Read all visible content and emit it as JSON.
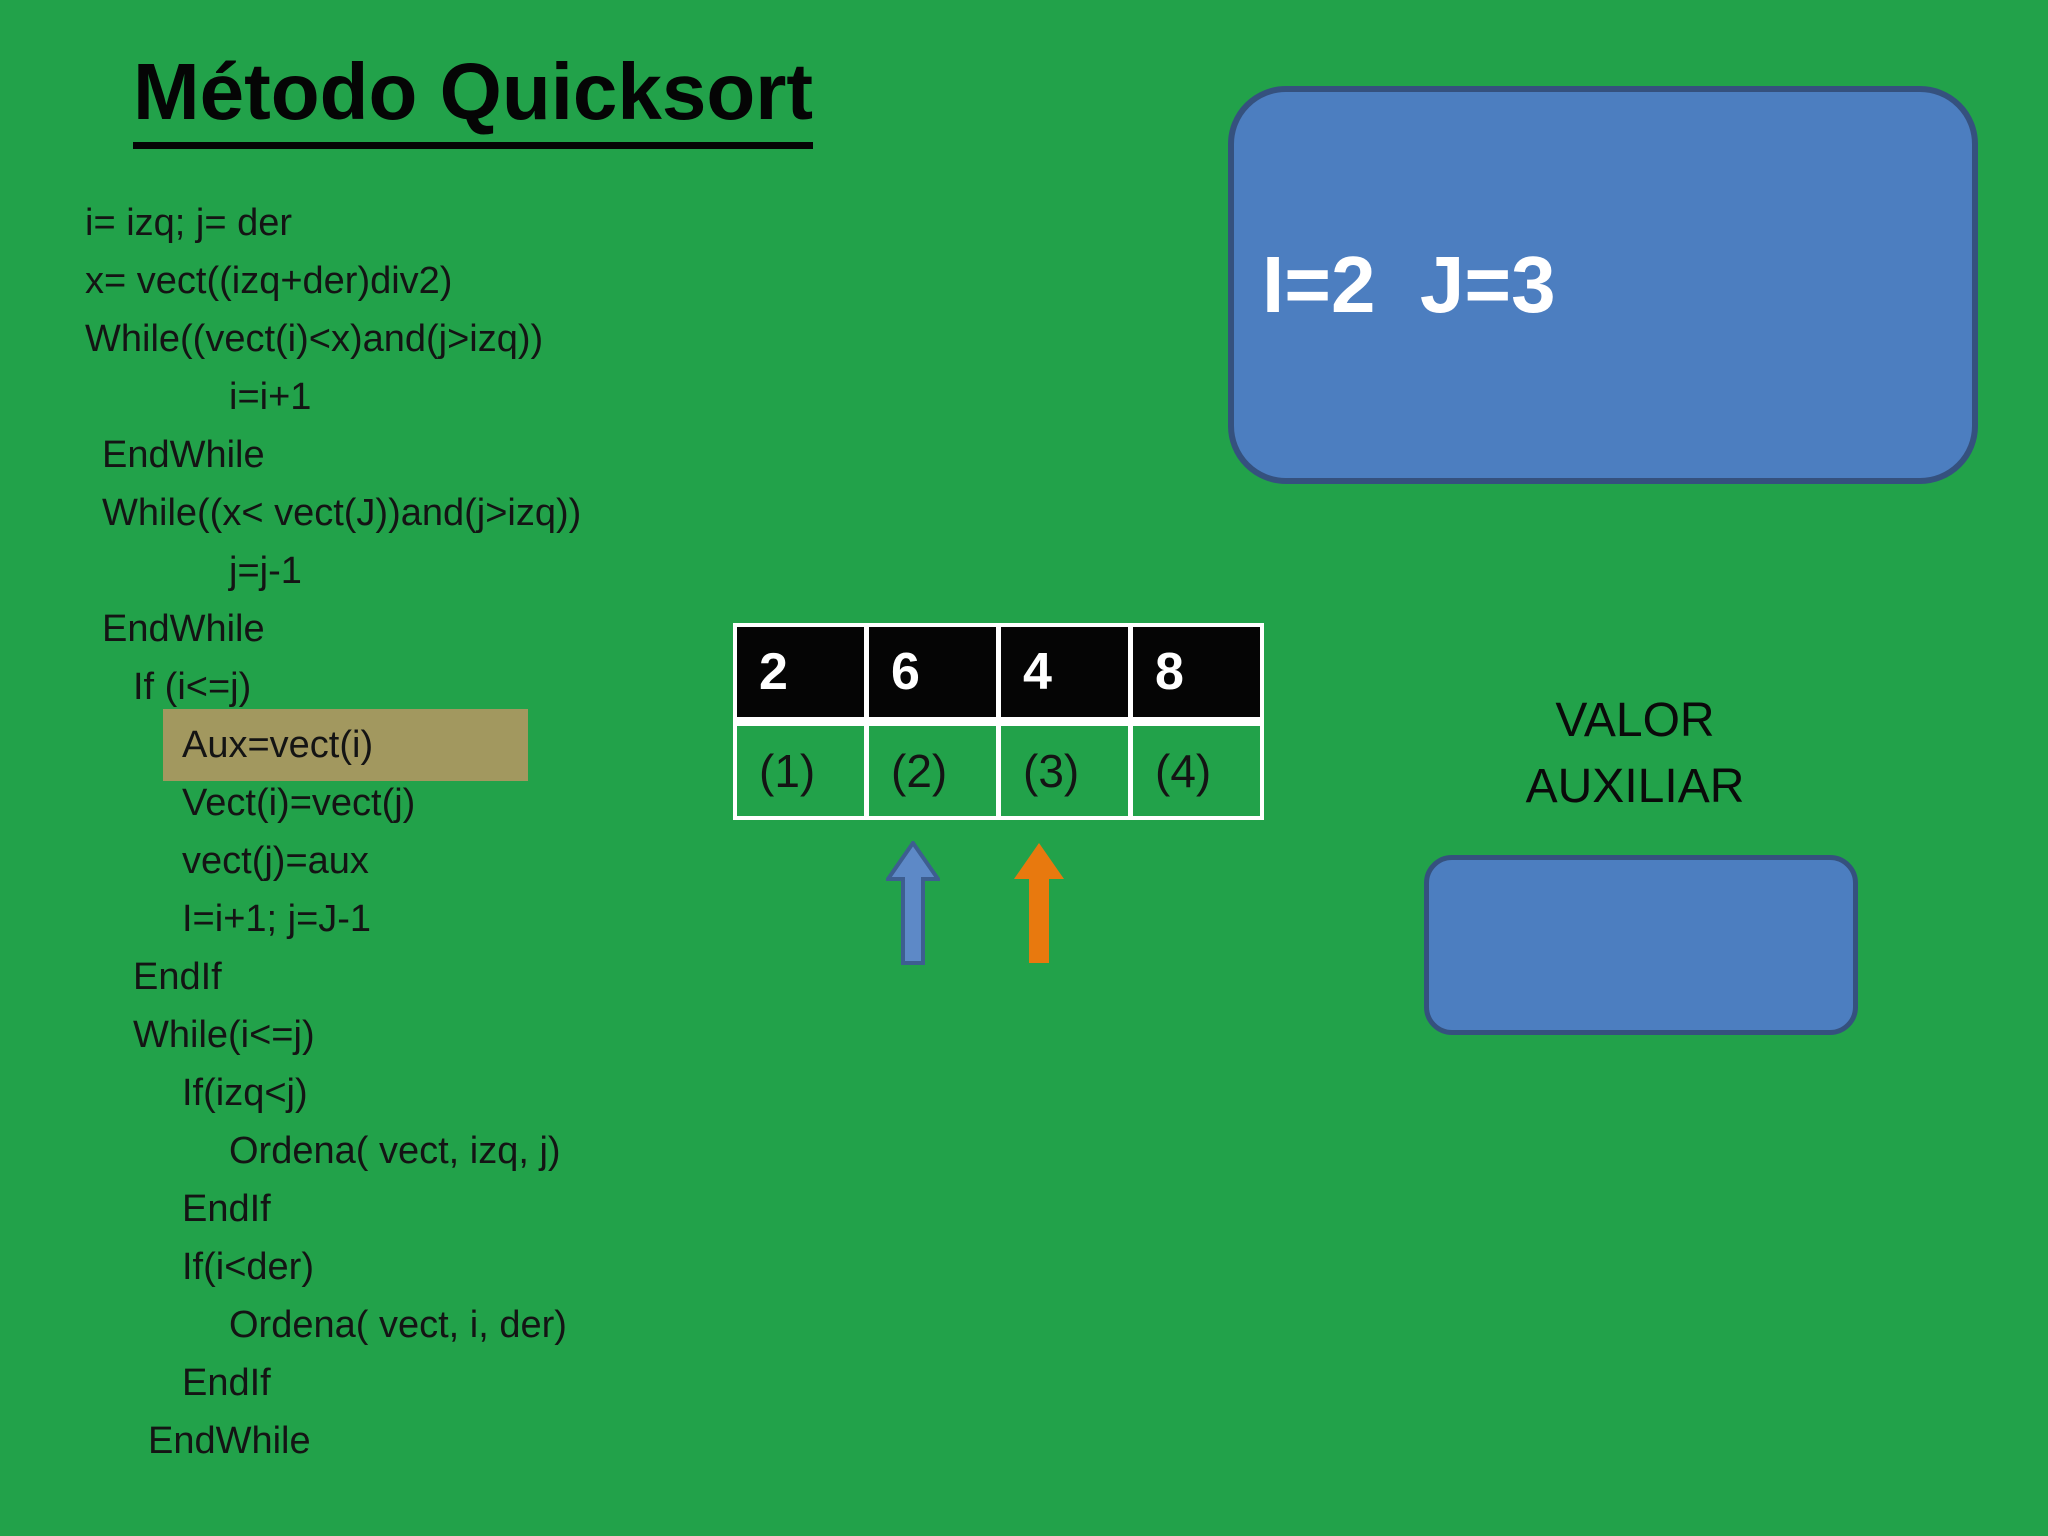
{
  "title": "Método Quicksort",
  "colors": {
    "background": "#22a24a",
    "box_fill": "#4c7ec0",
    "box_border": "#35517e",
    "highlight": "#a2985f",
    "arrow_blue_fill": "#5d89c7",
    "arrow_blue_border": "#3d5e90",
    "arrow_orange": "#e8790e",
    "cell_black": "#050505",
    "table_grid": "#ffffff"
  },
  "code": {
    "lines": [
      {
        "text": "i= izq; j= der",
        "indent": 0,
        "highlight": false
      },
      {
        "text": "x= vect((izq+der)div2)",
        "indent": 0,
        "highlight": false
      },
      {
        "text": "While((vect(i)<x)and(j>izq))",
        "indent": 0,
        "highlight": false
      },
      {
        "text": "i=i+1",
        "indent": 5,
        "highlight": false
      },
      {
        "text": "EndWhile",
        "indent": 1,
        "highlight": false
      },
      {
        "text": "While((x< vect(J))and(j>izq))",
        "indent": 1,
        "highlight": false
      },
      {
        "text": "j=j-1",
        "indent": 5,
        "highlight": false
      },
      {
        "text": "EndWhile",
        "indent": 1,
        "highlight": false
      },
      {
        "text": "If (i<=j)",
        "indent": 2,
        "highlight": false
      },
      {
        "text": "Aux=vect(i)",
        "indent": 4,
        "highlight": true
      },
      {
        "text": "Vect(i)=vect(j)",
        "indent": 4,
        "highlight": false
      },
      {
        "text": "vect(j)=aux",
        "indent": 4,
        "highlight": false
      },
      {
        "text": "I=i+1; j=J-1",
        "indent": 4,
        "highlight": false
      },
      {
        "text": "EndIf",
        "indent": 2,
        "highlight": false
      },
      {
        "text": "While(i<=j)",
        "indent": 2,
        "highlight": false
      },
      {
        "text": "If(izq<j)",
        "indent": 4,
        "highlight": false
      },
      {
        "text": "Ordena( vect, izq, j)",
        "indent": 5,
        "highlight": false
      },
      {
        "text": "EndIf",
        "indent": 4,
        "highlight": false
      },
      {
        "text": "If(i<der)",
        "indent": 4,
        "highlight": false
      },
      {
        "text": "Ordena( vect, i, der)",
        "indent": 5,
        "highlight": false
      },
      {
        "text": "EndIf",
        "indent": 4,
        "highlight": false
      },
      {
        "text": "EndWhile",
        "indent": 3,
        "highlight": false
      }
    ]
  },
  "status_box": {
    "text": "I=2  J=3"
  },
  "vector_table": {
    "values": [
      "2",
      "6",
      "4",
      "8"
    ],
    "indices": [
      "(1)",
      "(2)",
      "(3)",
      "(4)"
    ]
  },
  "pointers": {
    "i_arrow_points_to_index": 2,
    "j_arrow_points_to_index": 3
  },
  "aux_label": {
    "line1": "VALOR",
    "line2": "AUXILIAR"
  }
}
